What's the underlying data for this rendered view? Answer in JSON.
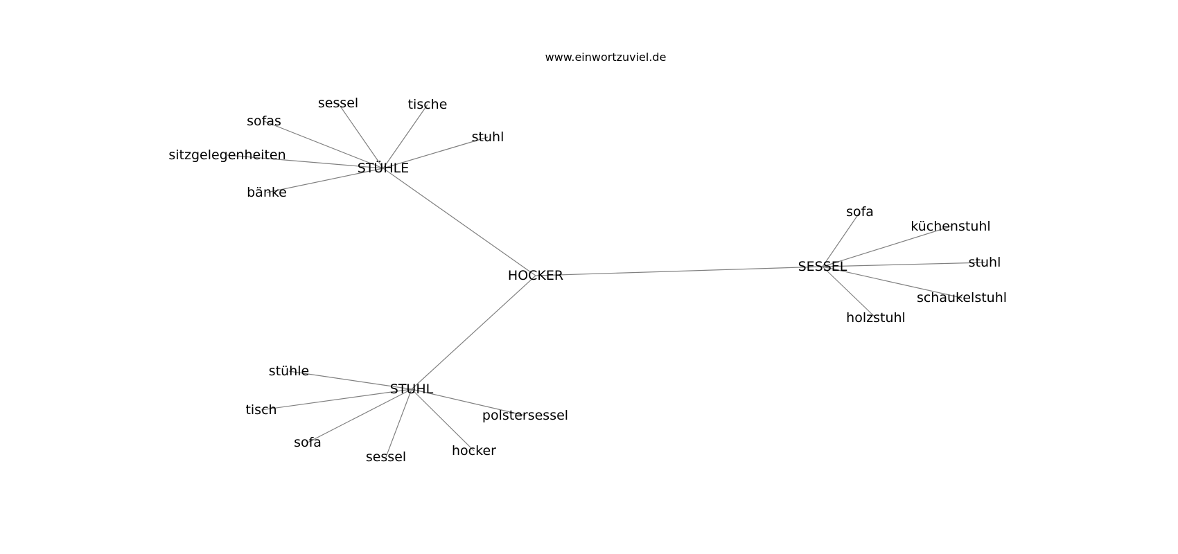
{
  "watermark": "www.einwortzuviel.de",
  "graph": {
    "root": "HOCKER",
    "clusters": [
      {
        "label": "STÜHLE",
        "children": [
          "sessel",
          "tische",
          "sofas",
          "stuhl",
          "sitzgelegenheiten",
          "bänke"
        ]
      },
      {
        "label": "SESSEL",
        "children": [
          "sofa",
          "küchenstuhl",
          "stuhl",
          "schaukelstuhl",
          "holzstuhl"
        ]
      },
      {
        "label": "STUHL",
        "children": [
          "stühle",
          "tisch",
          "polstersessel",
          "sofa",
          "hocker",
          "sessel"
        ]
      }
    ]
  }
}
